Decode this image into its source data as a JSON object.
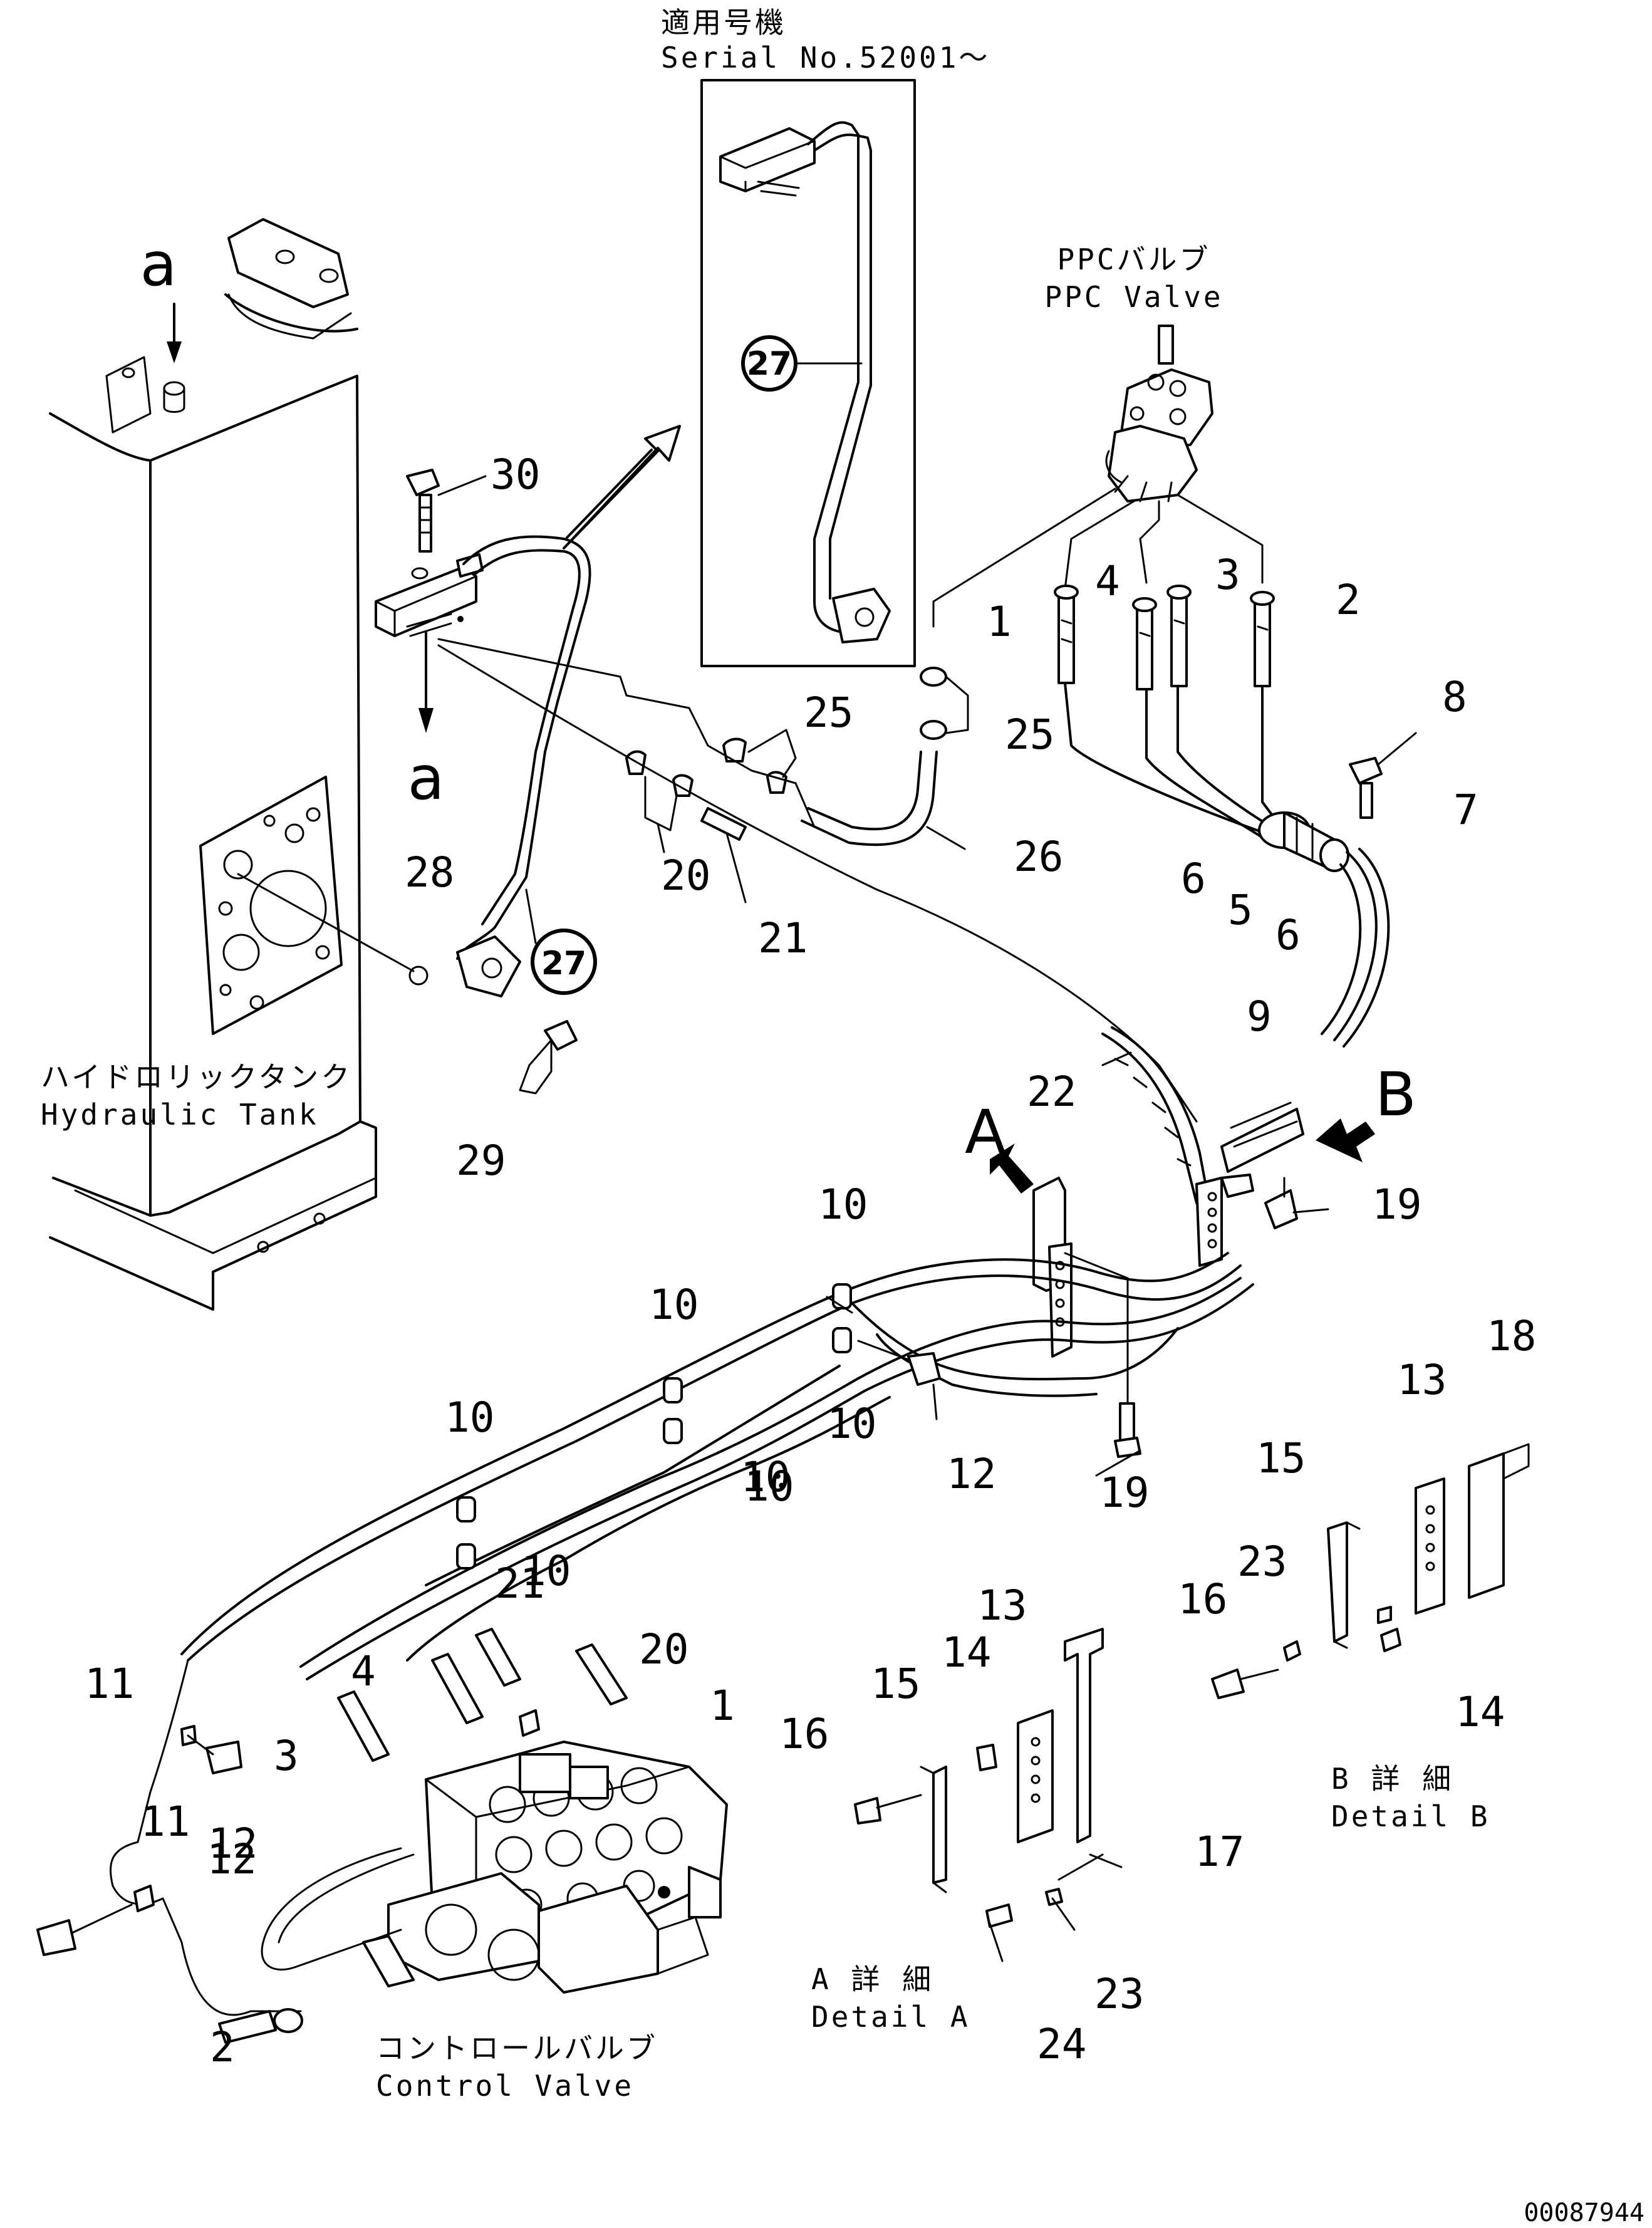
{
  "serial_box": {
    "title_jp": "適用号機",
    "title_en": "Serial No.52001～"
  },
  "component_captions": {
    "ppc_valve_jp": "PPCバルブ",
    "ppc_valve_en": "PPC Valve",
    "hydraulic_tank_jp": "ハイドロリックタンク",
    "hydraulic_tank_en": "Hydraulic Tank",
    "control_valve_jp": "コントロールバルブ",
    "control_valve_en": "Control Valve",
    "detail_a_jp": "A 詳 細",
    "detail_a_en": "Detail A",
    "detail_b_jp": "B 詳 細",
    "detail_b_en": "Detail B"
  },
  "view_markers": {
    "a_top": "a",
    "a_bottom": "a",
    "A": "A",
    "B": "B"
  },
  "circled_parts": [
    "27",
    "27"
  ],
  "part_labels": [
    "30",
    "1",
    "4",
    "3",
    "2",
    "8",
    "25",
    "25",
    "7",
    "26",
    "6",
    "5",
    "6",
    "20",
    "21",
    "28",
    "9",
    "22",
    "19",
    "10",
    "10",
    "10",
    "10",
    "10",
    "10",
    "10",
    "12",
    "19",
    "18",
    "13",
    "15",
    "23",
    "16",
    "14",
    "13",
    "14",
    "15",
    "16",
    "17",
    "23",
    "24",
    "11",
    "12",
    "11",
    "12",
    "2",
    "4",
    "3",
    "21",
    "20",
    "1",
    "29"
  ],
  "document_id": "00087944"
}
